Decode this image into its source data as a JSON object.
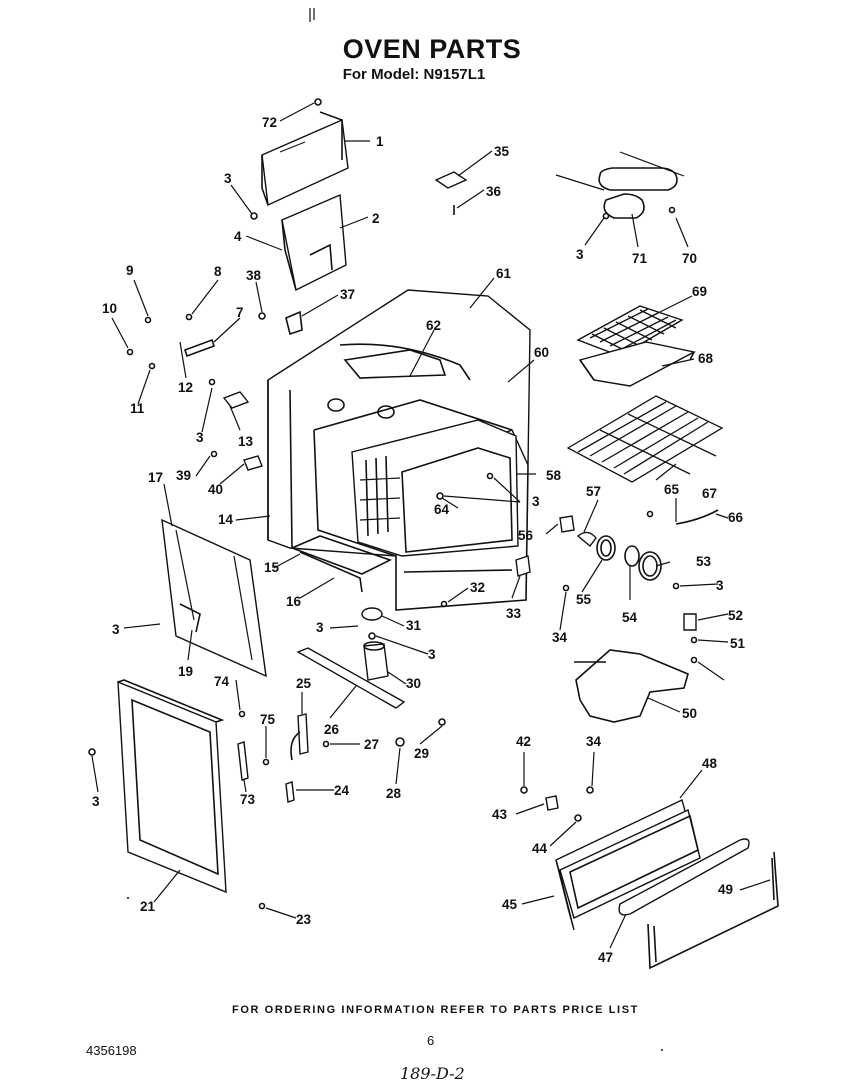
{
  "header": {
    "title": "OVEN PARTS",
    "model_label": "For Model: N9157L1"
  },
  "footer": {
    "ordering_note": "FOR ORDERING INFORMATION REFER TO PARTS PRICE LIST",
    "page_number": "6",
    "document_number": "4356198",
    "handwritten_note": "189-D-2"
  },
  "callouts": [
    "72",
    "1",
    "3",
    "2",
    "4",
    "35",
    "36",
    "3",
    "71",
    "70",
    "9",
    "8",
    "38",
    "37",
    "10",
    "7",
    "61",
    "69",
    "12",
    "11",
    "62",
    "68",
    "60",
    "3",
    "13",
    "39",
    "40",
    "17",
    "14",
    "58",
    "3",
    "64",
    "57",
    "67",
    "65",
    "66",
    "15",
    "56",
    "53",
    "16",
    "32",
    "3",
    "55",
    "54",
    "33",
    "34",
    "3",
    "31",
    "3",
    "19",
    "52",
    "51",
    "3",
    "30",
    "74",
    "25",
    "26",
    "50",
    "75",
    "27",
    "29",
    "42",
    "34",
    "48",
    "3",
    "73",
    "24",
    "28",
    "43",
    "44",
    "21",
    "23",
    "45",
    "49",
    "47"
  ]
}
